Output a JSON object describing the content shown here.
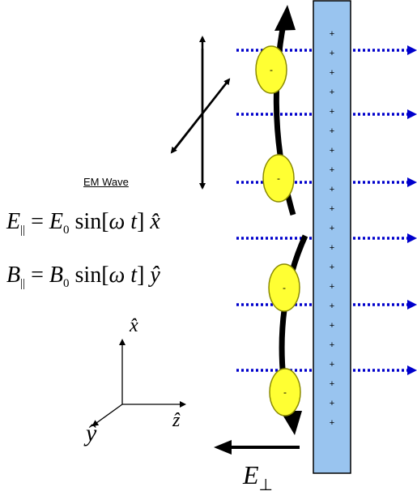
{
  "wave": {
    "caption": "EM Wave"
  },
  "equations": {
    "e_parallel": {
      "lhs_symbol": "E",
      "lhs_subscript": "||",
      "rhs_amplitude": "E",
      "rhs_amp_subscript": "0",
      "rhs_function": "sin[",
      "rhs_arg": "ω t",
      "rhs_close": "]",
      "rhs_unit": "x̂"
    },
    "b_parallel": {
      "lhs_symbol": "B",
      "lhs_subscript": "||",
      "rhs_amplitude": "B",
      "rhs_amp_subscript": "0",
      "rhs_function": "sin[",
      "rhs_arg": "ω t",
      "rhs_close": "]",
      "rhs_unit": "ŷ"
    }
  },
  "axes": {
    "x_label": "x̂",
    "y_label": "ŷ",
    "z_label": "ẑ"
  },
  "field": {
    "symbol": "E",
    "subscript": "⊥"
  },
  "plate": {
    "charge_symbol": "+",
    "charge_count": 21,
    "fill_color": "#99c4ef",
    "border_color": "#000000"
  },
  "electrons": {
    "charge_symbol": "-",
    "count": 4,
    "fill_color": "#ffff33",
    "border_color": "#8a8a00"
  },
  "rays": {
    "count": 6,
    "color": "#0000cc"
  }
}
